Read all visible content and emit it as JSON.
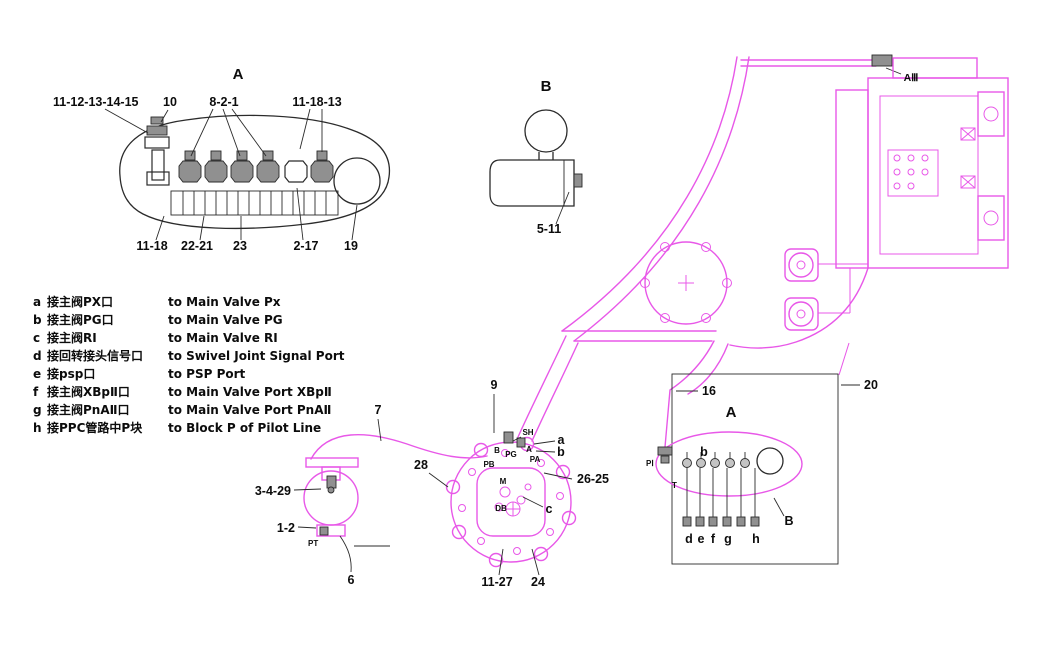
{
  "colors": {
    "line_magenta": "#e858e8",
    "line_black": "#2b2b2b",
    "fitting_gray": "#909090"
  },
  "view_a_top": {
    "title": "A",
    "labels": {
      "l1": "11-12-13-14-15",
      "l2": "10",
      "l3": "8-2-1",
      "l4": "11-18-13",
      "b1": "11-18",
      "b2": "22-21",
      "b3": "23",
      "b4": "2-17",
      "b5": "19"
    }
  },
  "view_b_top": {
    "title": "B",
    "b1": "5-11"
  },
  "pump_assembly": {
    "aiii": "AⅢ"
  },
  "legend": {
    "rows": [
      {
        "key": "a",
        "cn": "接主阀PX口",
        "en": "to Main Valve Px"
      },
      {
        "key": "b",
        "cn": "接主阀PG口",
        "en": "to Main Valve PG"
      },
      {
        "key": "c",
        "cn": "接主阀RⅠ",
        "en": "to Main Valve RⅠ"
      },
      {
        "key": "d",
        "cn": "接回转接头信号口",
        "en": "to Swivel Joint Signal Port"
      },
      {
        "key": "e",
        "cn": "接psp口",
        "en": "to PSP Port"
      },
      {
        "key": "f",
        "cn": "接主阀XBpⅡ口",
        "en": "to Main Valve Port XBpⅡ"
      },
      {
        "key": "g",
        "cn": "接主阀PnAⅡ口",
        "en": "to Main Valve Port PnAⅡ"
      },
      {
        "key": "h",
        "cn": "接PPC管路中P块",
        "en": "to Block P of Pilot Line"
      }
    ]
  },
  "center_assembly": {
    "callouts": {
      "c9": "9",
      "c7": "7",
      "c28": "28",
      "c349": "3-4-29",
      "c12": "1-2",
      "c6": "6",
      "c1127": "11-27",
      "c24": "24",
      "c2625": "26-25"
    },
    "ports": {
      "sh": "SH",
      "a": "a",
      "b": "b",
      "cap_b": "B",
      "pg": "PG",
      "cap_a": "A",
      "pa": "PA",
      "pb": "PB",
      "m": "M",
      "db": "DB",
      "c": "c",
      "pt": "PT"
    }
  },
  "view_a_bottom": {
    "title": "A",
    "callouts": {
      "c16": "16",
      "c20": "20"
    },
    "ports": {
      "pi": "PⅠ",
      "t": "T",
      "b": "b",
      "cap_b": "B",
      "d": "d",
      "e": "e",
      "f": "f",
      "g": "g",
      "h": "h"
    }
  }
}
